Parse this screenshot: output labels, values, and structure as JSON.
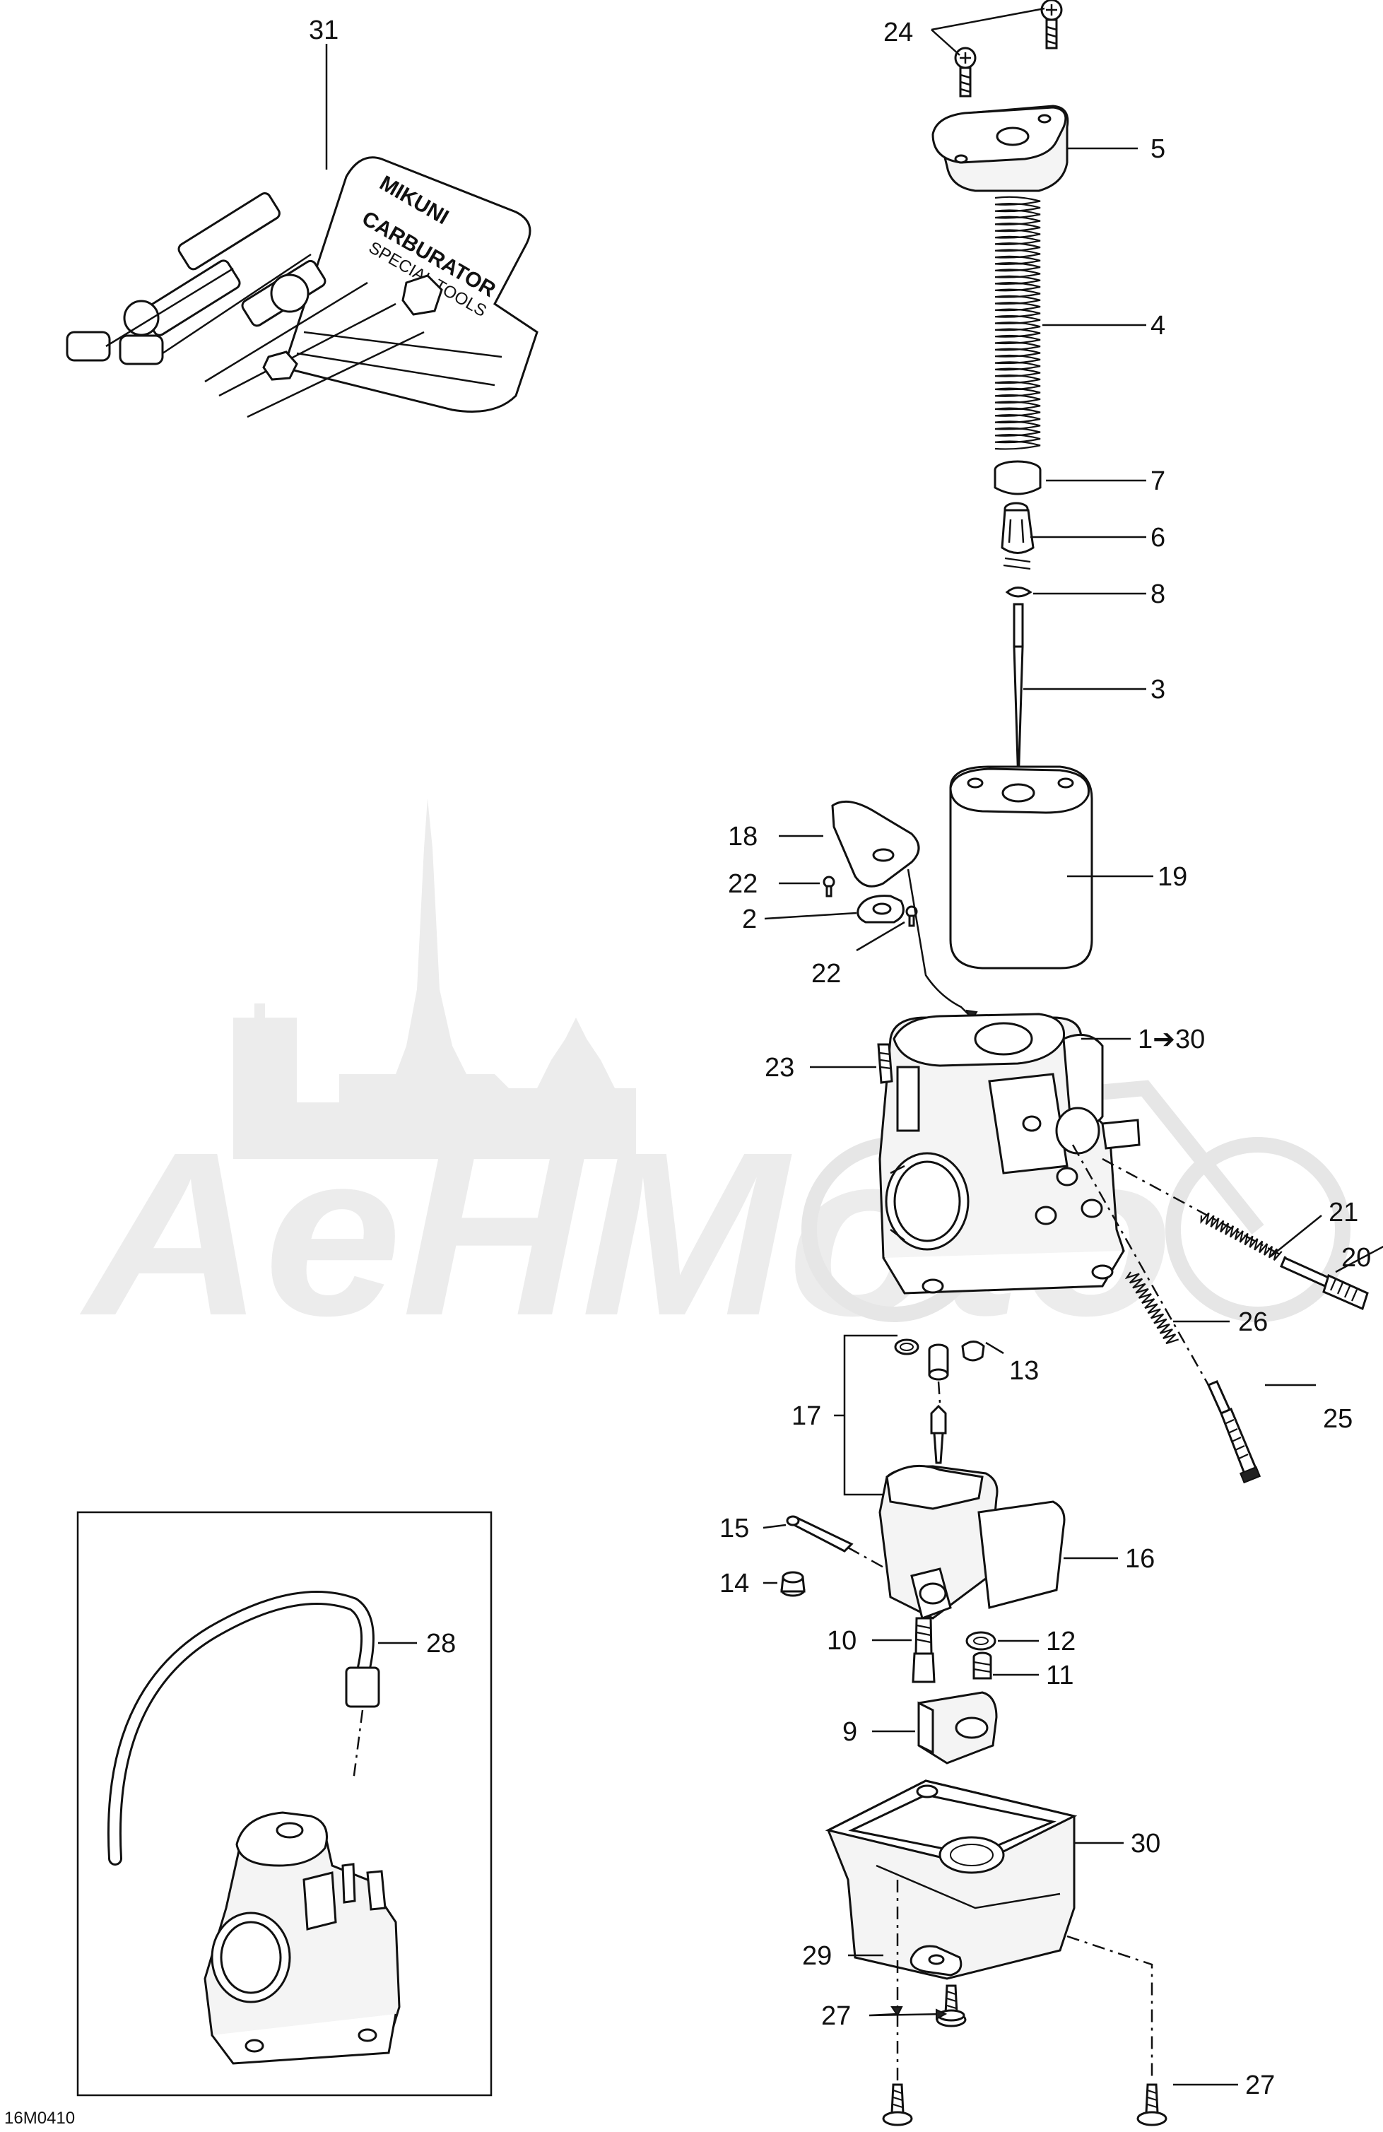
{
  "diagram": {
    "watermark": "AeHMoto",
    "figure_code": "16M0410",
    "tool_kit_text": [
      "MIKUNI",
      "CARBURATOR",
      "SPECIAL TOOLS"
    ],
    "labels": [
      {
        "id": "p31",
        "text": "31"
      },
      {
        "id": "p24",
        "text": "24"
      },
      {
        "id": "p5",
        "text": "5"
      },
      {
        "id": "p4",
        "text": "4"
      },
      {
        "id": "p7",
        "text": "7"
      },
      {
        "id": "p6",
        "text": "6"
      },
      {
        "id": "p8",
        "text": "8"
      },
      {
        "id": "p3",
        "text": "3"
      },
      {
        "id": "p18",
        "text": "18"
      },
      {
        "id": "p19",
        "text": "19"
      },
      {
        "id": "p22a",
        "text": "22"
      },
      {
        "id": "p2",
        "text": "2"
      },
      {
        "id": "p22b",
        "text": "22"
      },
      {
        "id": "p1",
        "text": "1➔30"
      },
      {
        "id": "p23",
        "text": "23"
      },
      {
        "id": "p21",
        "text": "21"
      },
      {
        "id": "p20",
        "text": "20"
      },
      {
        "id": "p26",
        "text": "26"
      },
      {
        "id": "p13",
        "text": "13"
      },
      {
        "id": "p17",
        "text": "17"
      },
      {
        "id": "p25",
        "text": "25"
      },
      {
        "id": "p15",
        "text": "15"
      },
      {
        "id": "p16",
        "text": "16"
      },
      {
        "id": "p14",
        "text": "14"
      },
      {
        "id": "p28",
        "text": "28"
      },
      {
        "id": "p12",
        "text": "12"
      },
      {
        "id": "p10",
        "text": "10"
      },
      {
        "id": "p11",
        "text": "11"
      },
      {
        "id": "p9",
        "text": "9"
      },
      {
        "id": "p30",
        "text": "30"
      },
      {
        "id": "p29",
        "text": "29"
      },
      {
        "id": "p27a",
        "text": "27"
      },
      {
        "id": "p27b",
        "text": "27"
      }
    ]
  }
}
